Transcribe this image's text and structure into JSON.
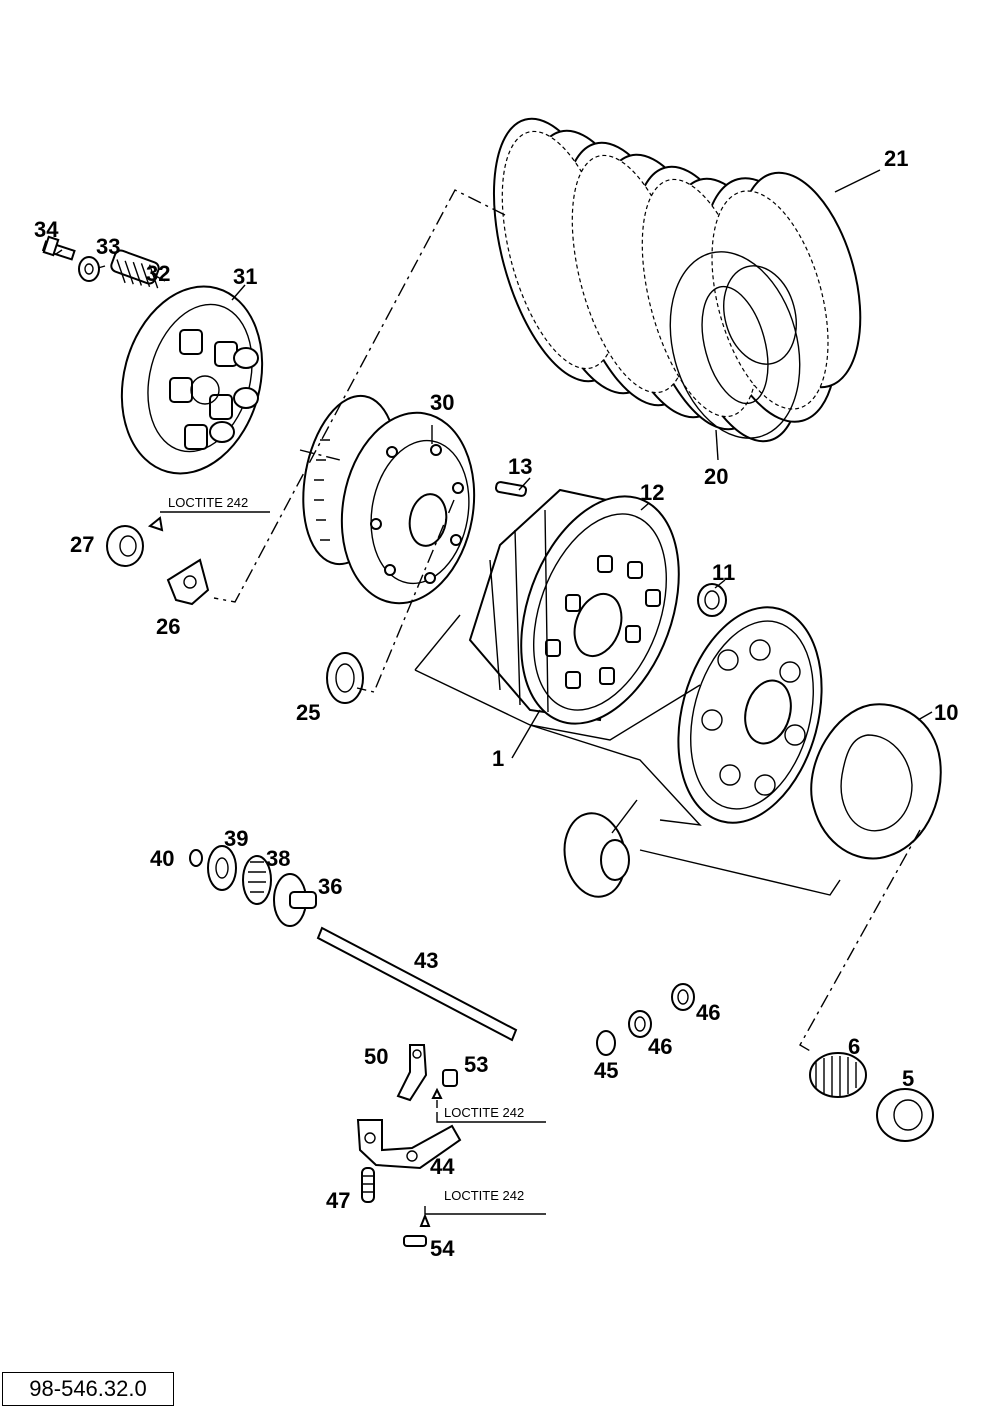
{
  "callouts": [
    "1",
    "5",
    "6",
    "10",
    "11",
    "12",
    "13",
    "20",
    "21",
    "25",
    "26",
    "27",
    "30",
    "31",
    "32",
    "33",
    "34",
    "36",
    "38",
    "39",
    "40",
    "43",
    "44",
    "45",
    "46",
    "46",
    "47",
    "50",
    "53",
    "54"
  ],
  "loctite_notes": [
    "LOCTITE 242",
    "LOCTITE 242",
    "LOCTITE 242"
  ],
  "document_number": "98-546.32.0"
}
